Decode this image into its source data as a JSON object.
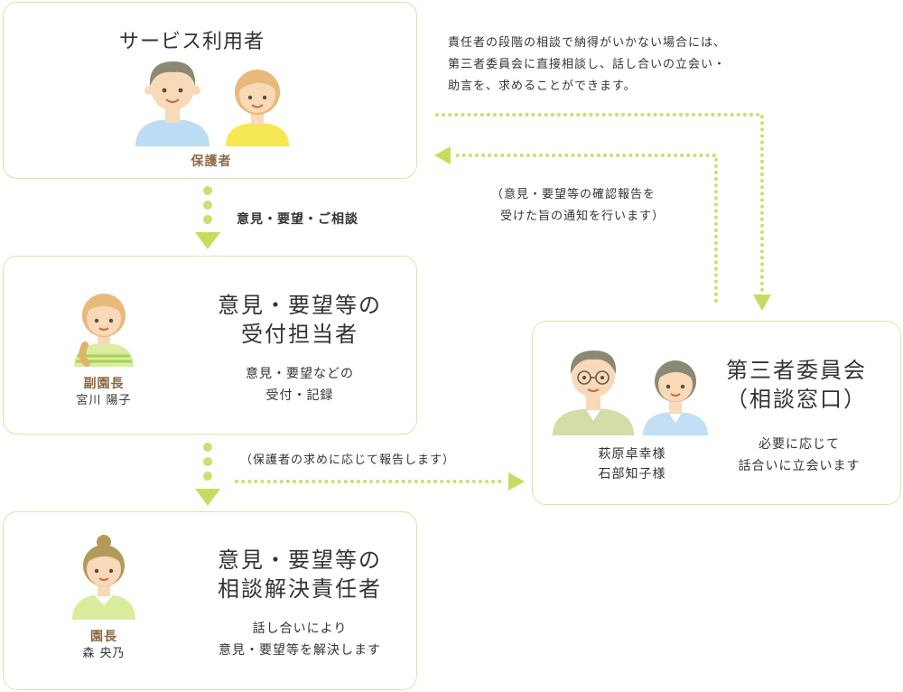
{
  "users_box": {
    "title": "サービス利用者",
    "role": "保護者"
  },
  "reception_box": {
    "title_lines": [
      "意見・要望等の",
      "受付担当者"
    ],
    "desc_lines": [
      "意見・要望などの",
      "受付・記録"
    ],
    "role": "副園長",
    "name": "宮川 陽子"
  },
  "resolution_box": {
    "title_lines": [
      "意見・要望等の",
      "相談解決責任者"
    ],
    "desc_lines": [
      "話し合いにより",
      "意見・要望等を解決します"
    ],
    "role": "園長",
    "name": "森 央乃"
  },
  "third_party_box": {
    "title_lines": [
      "第三者委員会",
      "（相談窓口）"
    ],
    "desc_lines": [
      "必要に応じて",
      "話合いに立会います"
    ],
    "names": [
      "萩原卓幸様",
      "石部知子様"
    ]
  },
  "flows": {
    "consult_label": "意見・要望・ご相談",
    "report_label": "（保護者の求めに応じて報告します）",
    "notify_lines": [
      "（意見・要望等の確認報告を",
      "受けた旨の通知を行います）"
    ],
    "direct_lines": [
      "責任者の段階の相談で納得がいかない場合には、",
      "第三者委員会に直接相談し、話し合いの立会い・",
      "助言を、求めることができます。"
    ]
  },
  "colors": {
    "box_border": "#d7e8a6",
    "arrow": "#c3de5f",
    "dots": "#c9e170",
    "role_text": "#8a6a45"
  }
}
